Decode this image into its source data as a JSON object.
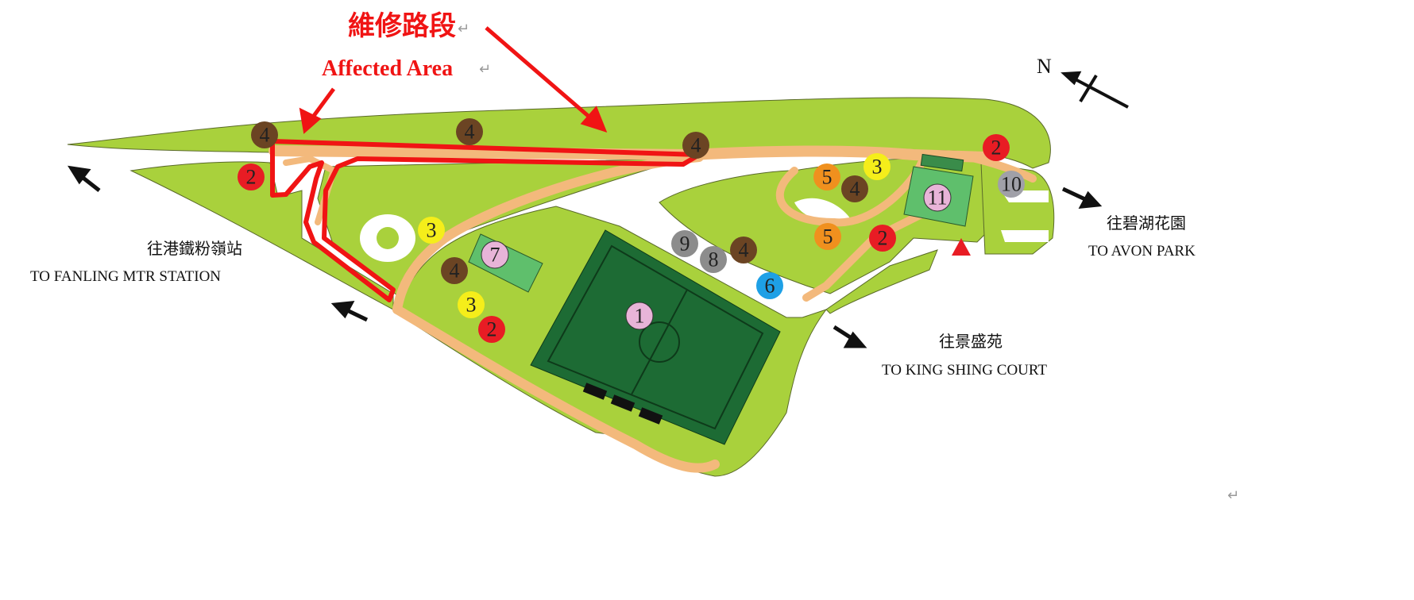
{
  "title": {
    "zh": "維修路段",
    "en": "Affected Area",
    "paragraph_mark": "↵"
  },
  "compass": {
    "label": "N"
  },
  "destinations": {
    "fanling": {
      "zh": "往港鐵粉嶺站",
      "en": "TO FANLING MTR STATION"
    },
    "avon": {
      "zh": "往碧湖花園",
      "en": "TO AVON PARK"
    },
    "king_shing": {
      "zh": "往景盛苑",
      "en": "TO KING SHING COURT"
    }
  },
  "colors": {
    "grass": "#a9d13c",
    "path": "#f3b97c",
    "pitch": "#1d6b34",
    "court": "#5fbf6c",
    "affected": "#f01414",
    "m1": "#e8b4d8",
    "m2": "#e81c24",
    "m3": "#f5ee1a",
    "m4": "#6b4423",
    "m5": "#f0901e",
    "m6": "#1ea0e6",
    "m8": "#8c8c8c",
    "m10": "#a0a0a8"
  },
  "markers": [
    {
      "label": "4"
    },
    {
      "label": "4"
    },
    {
      "label": "4"
    },
    {
      "label": "2"
    },
    {
      "label": "3"
    },
    {
      "label": "4"
    },
    {
      "label": "3"
    },
    {
      "label": "2"
    },
    {
      "label": "7"
    },
    {
      "label": "1"
    },
    {
      "label": "9"
    },
    {
      "label": "8"
    },
    {
      "label": "4"
    },
    {
      "label": "6"
    },
    {
      "label": "5"
    },
    {
      "label": "4"
    },
    {
      "label": "3"
    },
    {
      "label": "5"
    },
    {
      "label": "2"
    },
    {
      "label": "2"
    },
    {
      "label": "10"
    },
    {
      "label": "11"
    }
  ]
}
